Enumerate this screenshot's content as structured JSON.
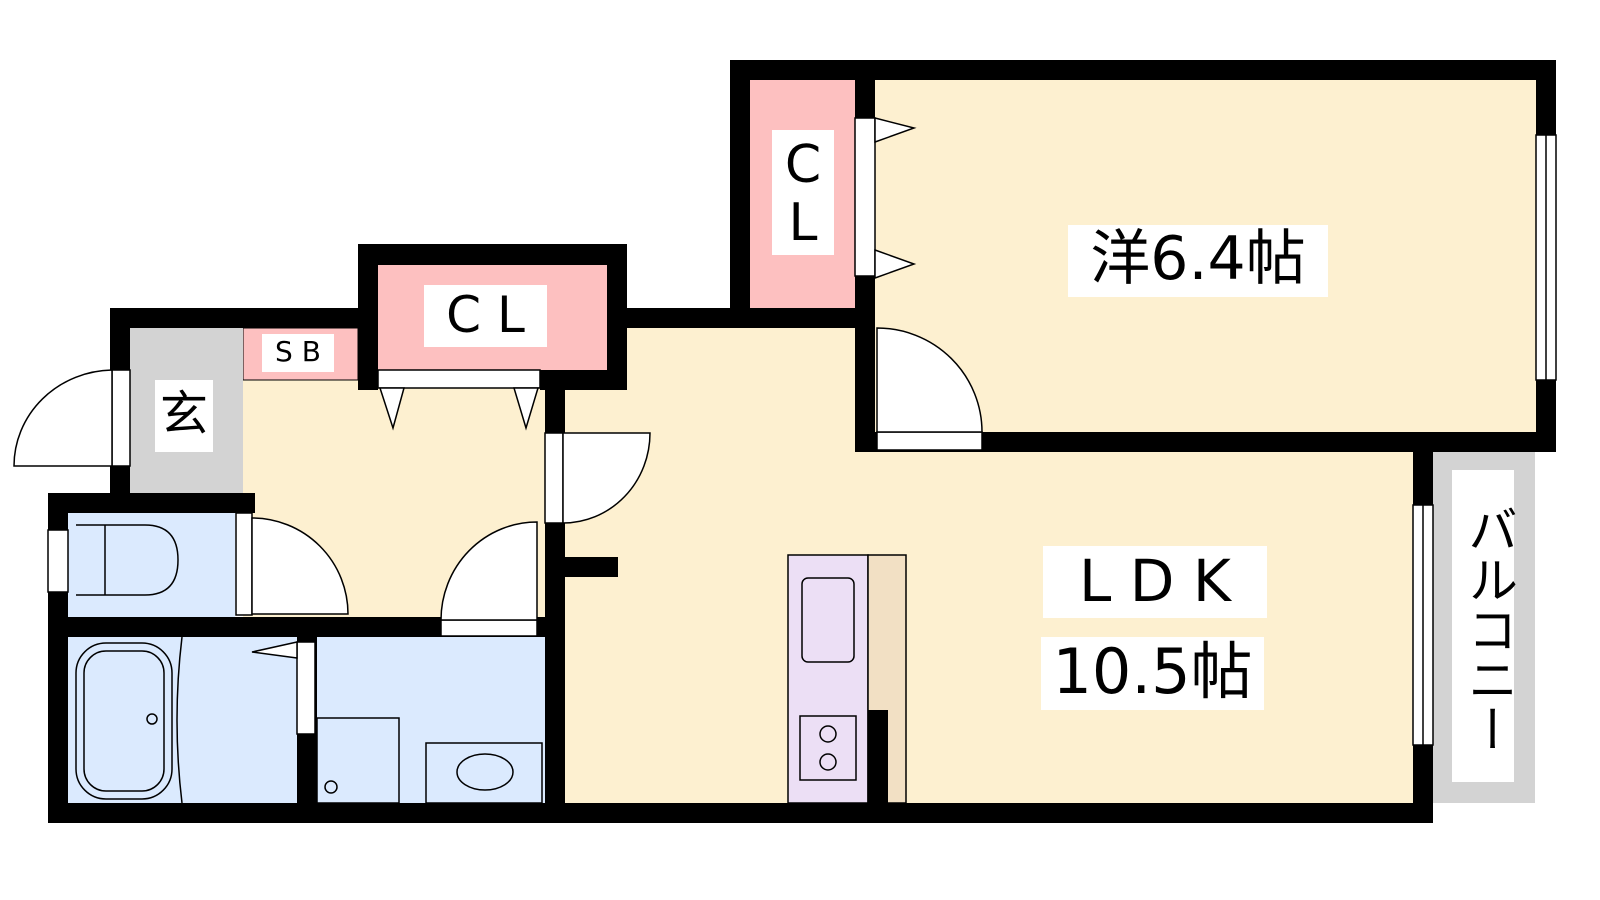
{
  "rooms": {
    "western_room": {
      "label": "洋6.4帖"
    },
    "closet_top": {
      "label": "CL"
    },
    "closet_mid": {
      "label": "C L"
    },
    "shoe_box": {
      "label": "S B"
    },
    "entrance": {
      "label": "玄"
    },
    "ldk": {
      "label": "L D K",
      "size": "10.5帖"
    },
    "balcony": {
      "label": "バルコニー"
    }
  },
  "colors": {
    "room": "#fdf0d0",
    "closet": "#fdc0c0",
    "wet": "#dbeafe",
    "entrance": "#d3d3d3",
    "kitchen": "#ecdff5",
    "counter": "#f2e0c4",
    "wall": "#000000"
  }
}
